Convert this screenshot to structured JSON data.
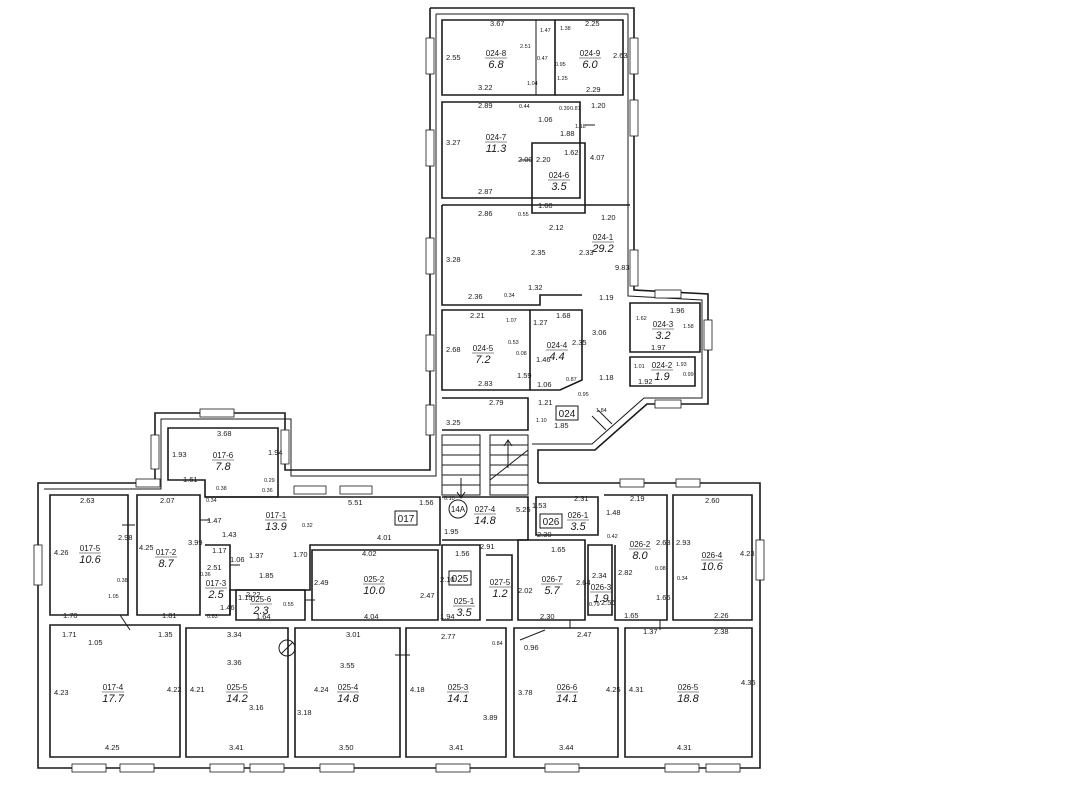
{
  "rooms": [
    {
      "id": "024-8",
      "area": "6.8"
    },
    {
      "id": "024-9",
      "area": "6.0"
    },
    {
      "id": "024-7",
      "area": "11.3"
    },
    {
      "id": "024-6",
      "area": "3.5"
    },
    {
      "id": "024-1",
      "area": "29.2"
    },
    {
      "id": "024-3",
      "area": "3.2"
    },
    {
      "id": "024-2",
      "area": "1.9"
    },
    {
      "id": "024-5",
      "area": "7.2"
    },
    {
      "id": "024-4",
      "area": "4.4"
    },
    {
      "id": "017-6",
      "area": "7.8"
    },
    {
      "id": "017-1",
      "area": "13.9"
    },
    {
      "id": "027-4",
      "area": "14.8"
    },
    {
      "id": "026-1",
      "area": "3.5"
    },
    {
      "id": "017-5",
      "area": "10.6"
    },
    {
      "id": "017-2",
      "area": "8.7"
    },
    {
      "id": "017-3",
      "area": "2.5"
    },
    {
      "id": "025-6",
      "area": "2.3"
    },
    {
      "id": "025-2",
      "area": "10.0"
    },
    {
      "id": "025-1",
      "area": "3.5"
    },
    {
      "id": "027-5",
      "area": "1.2"
    },
    {
      "id": "026-7",
      "area": "5.7"
    },
    {
      "id": "026-3",
      "area": "1.9"
    },
    {
      "id": "026-2",
      "area": "8.0"
    },
    {
      "id": "026-4",
      "area": "10.6"
    },
    {
      "id": "017-4",
      "area": "17.7"
    },
    {
      "id": "025-5",
      "area": "14.2"
    },
    {
      "id": "025-4",
      "area": "14.8"
    },
    {
      "id": "025-3",
      "area": "14.1"
    },
    {
      "id": "026-6",
      "area": "14.1"
    },
    {
      "id": "026-5",
      "area": "18.8"
    }
  ],
  "units": {
    "u024": "024",
    "u017": "017",
    "u025": "025",
    "u026": "026",
    "stair": "14A"
  },
  "dims": {
    "d01": "3.67",
    "d02": "1.47",
    "d03": "1.38",
    "d04": "2.25",
    "d05": "2.55",
    "d06": "2.51",
    "d07": "2.63",
    "d08": "0.47",
    "d09": "0.95",
    "d10": "1.04",
    "d11": "1.25",
    "d12": "3.22",
    "d13": "2.29",
    "d14": "2.89",
    "d15": "0.44",
    "d16": "0.39",
    "d17": "0.81",
    "d18": "1.20",
    "d19": "1.06",
    "d20": "1.18",
    "d21": "1.88",
    "d22": "3.27",
    "d23": "2.00",
    "d24": "2.20",
    "d25": "1.62",
    "d26": "4.07",
    "d27": "2.87",
    "d28": "1.60",
    "d29": "2.86",
    "d30": "0.55",
    "d31": "2.12",
    "d32": "1.20",
    "d33": "3.28",
    "d34": "2.35",
    "d35": "2.33",
    "d36": "9.83",
    "d37": "2.36",
    "d38": "1.32",
    "d39": "0.34",
    "d40": "1.19",
    "d41": "1.96",
    "d42": "1.62",
    "d43": "1.58",
    "d44": "1.97",
    "d45": "2.21",
    "d46": "1.07",
    "d47": "1.27",
    "d48": "1.68",
    "d49": "2.68",
    "d50": "0.53",
    "d51": "0.08",
    "d52": "2.35",
    "d53": "3.06",
    "d54": "1.46",
    "d55": "1.01",
    "d56": "1.93",
    "d57": "0.99",
    "d58": "1.92",
    "d59": "1.18",
    "d60": "2.83",
    "d61": "1.59",
    "d62": "1.06",
    "d63": "0.87",
    "d64": "0.95",
    "d65": "3.25",
    "d66": "2.79",
    "d67": "1.21",
    "d68": "1.10",
    "d69": "1.85",
    "d70": "1.84",
    "d71": "3.68",
    "d72": "1.93",
    "d73": "1.94",
    "d74": "1.61",
    "d75": "0.29",
    "d76": "0.36",
    "d77": "2.63",
    "d78": "2.07",
    "d79": "0.34",
    "d80": "0.38",
    "d81": "5.51",
    "d82": "1.56",
    "d83": "0.10",
    "d84": "5.25",
    "d85": "1.53",
    "d86": "2.31",
    "d87": "2.19",
    "d88": "2.60",
    "d89": "4.26",
    "d90": "2.98",
    "d91": "4.25",
    "d92": "3.99",
    "d93": "1.47",
    "d94": "1.43",
    "d95": "0.32",
    "d96": "4.01",
    "d97": "1.95",
    "d98": "2.30",
    "d99": "1.48",
    "d100": "0.42",
    "d101": "2.93",
    "d102": "4.23",
    "d103": "1.17",
    "d104": "2.51",
    "d105": "1.06",
    "d106": "1.37",
    "d107": "1.70",
    "d108": "4.02",
    "d109": "2.91",
    "d110": "1.56",
    "d111": "1.65",
    "d112": "2.34",
    "d113": "2.63",
    "d114": "2.82",
    "d115": "0.08",
    "d116": "0.34",
    "d117": "0.38",
    "d118": "1.05",
    "d119": "0.36",
    "d120": "1.85",
    "d121": "2.22",
    "d122": "2.49",
    "d123": "2.10",
    "d124": "2.02",
    "d125": "2.64",
    "d126": "1.65",
    "d127": "1.70",
    "d128": "1.81",
    "d129": "1.46",
    "d130": "0.83",
    "d131": "1.15",
    "d132": "1.64",
    "d133": "0.55",
    "d134": "4.04",
    "d135": "2.47",
    "d136": "1.94",
    "d137": "2.30",
    "d138": "2.56",
    "d139": "0.79",
    "d140": "1.65",
    "d141": "2.26",
    "d142": "1.71",
    "d143": "1.35",
    "d144": "1.05",
    "d145": "3.34",
    "d146": "3.01",
    "d147": "2.77",
    "d148": "2.47",
    "d149": "1.37",
    "d150": "2.38",
    "d151": "0.96",
    "d152": "0.84",
    "d153": "4.23",
    "d154": "4.22",
    "d155": "3.36",
    "d156": "4.21",
    "d157": "3.55",
    "d158": "4.24",
    "d159": "4.18",
    "d160": "3.89",
    "d161": "3.78",
    "d162": "4.25",
    "d163": "4.31",
    "d164": "4.35",
    "d165": "3.16",
    "d166": "3.18",
    "d167": "4.25",
    "d168": "3.41",
    "d169": "3.50",
    "d170": "3.41",
    "d171": "3.44",
    "d172": "4.31"
  }
}
